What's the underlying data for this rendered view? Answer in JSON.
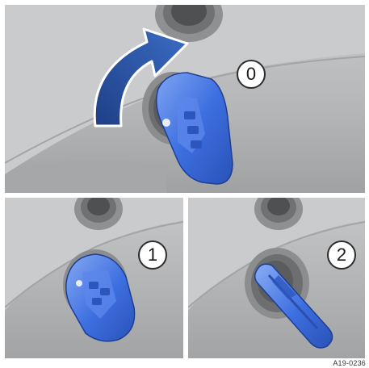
{
  "figure": {
    "code": "A19-0236",
    "steps": [
      {
        "label": "0",
        "description_shown": false
      },
      {
        "label": "1",
        "description_shown": false
      },
      {
        "label": "2",
        "description_shown": false
      }
    ]
  },
  "colors": {
    "panel_background": "#b9bbbd",
    "key_blue": "#3d6fe0",
    "arrow_blue": "#2f5aa8",
    "badge_fill": "#ffffff"
  },
  "icons": {
    "rotation_arrow": "curved-arrow-icon",
    "ignition_lock": "ignition-lock-icon",
    "key_fob": "key-fob-icon",
    "key_blade": "key-blade-icon"
  }
}
